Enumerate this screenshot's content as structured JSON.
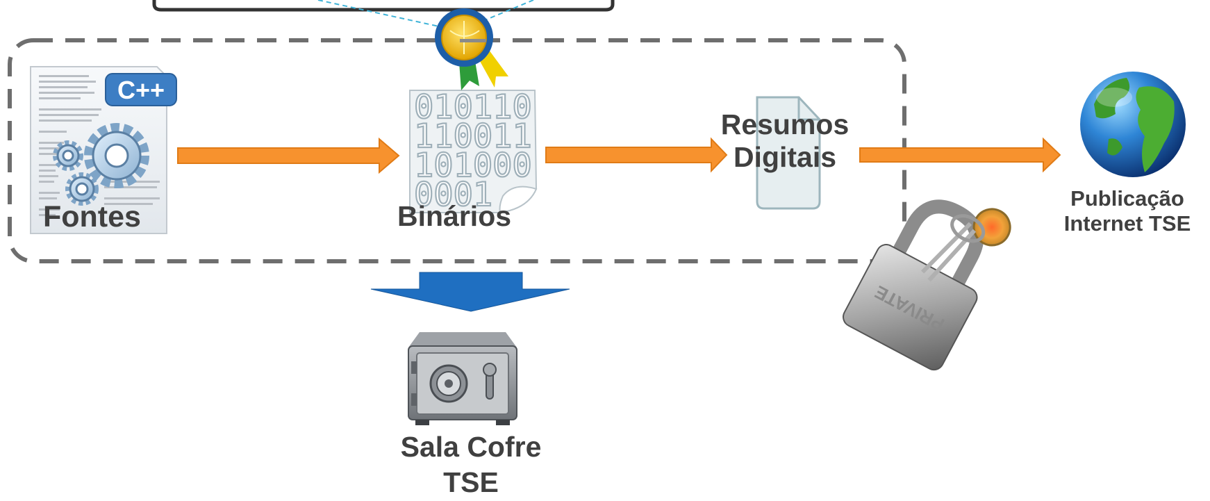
{
  "labels": {
    "fontes": "Fontes",
    "binarios": "Binários",
    "resumos_line1": "Resumos",
    "resumos_line2": "Digitais",
    "publicacao_line1": "Publicação",
    "publicacao_line2": "Internet TSE",
    "cofre_line1": "Sala Cofre",
    "cofre_line2": "TSE"
  },
  "icon_text": {
    "cpp_badge": "C++",
    "binary_line1": "010110",
    "binary_line2": "110011",
    "binary_line3": "101000",
    "binary_line4": "0001",
    "padlock_engraving": "PRIVATE"
  },
  "icons": {
    "source": "cpp-source-file-icon",
    "binary": "binary-file-icon",
    "certificate": "certificate-seal-icon",
    "digest": "document-icon",
    "globe": "globe-icon",
    "padlock": "padlock-icon",
    "safe": "safe-icon"
  },
  "colors": {
    "flow_arrow": "#f7922e",
    "down_arrow": "#1f6fc1",
    "dashed_border": "#6e6e6e",
    "label_text": "#404040",
    "callout_line": "#3fb3d8"
  }
}
